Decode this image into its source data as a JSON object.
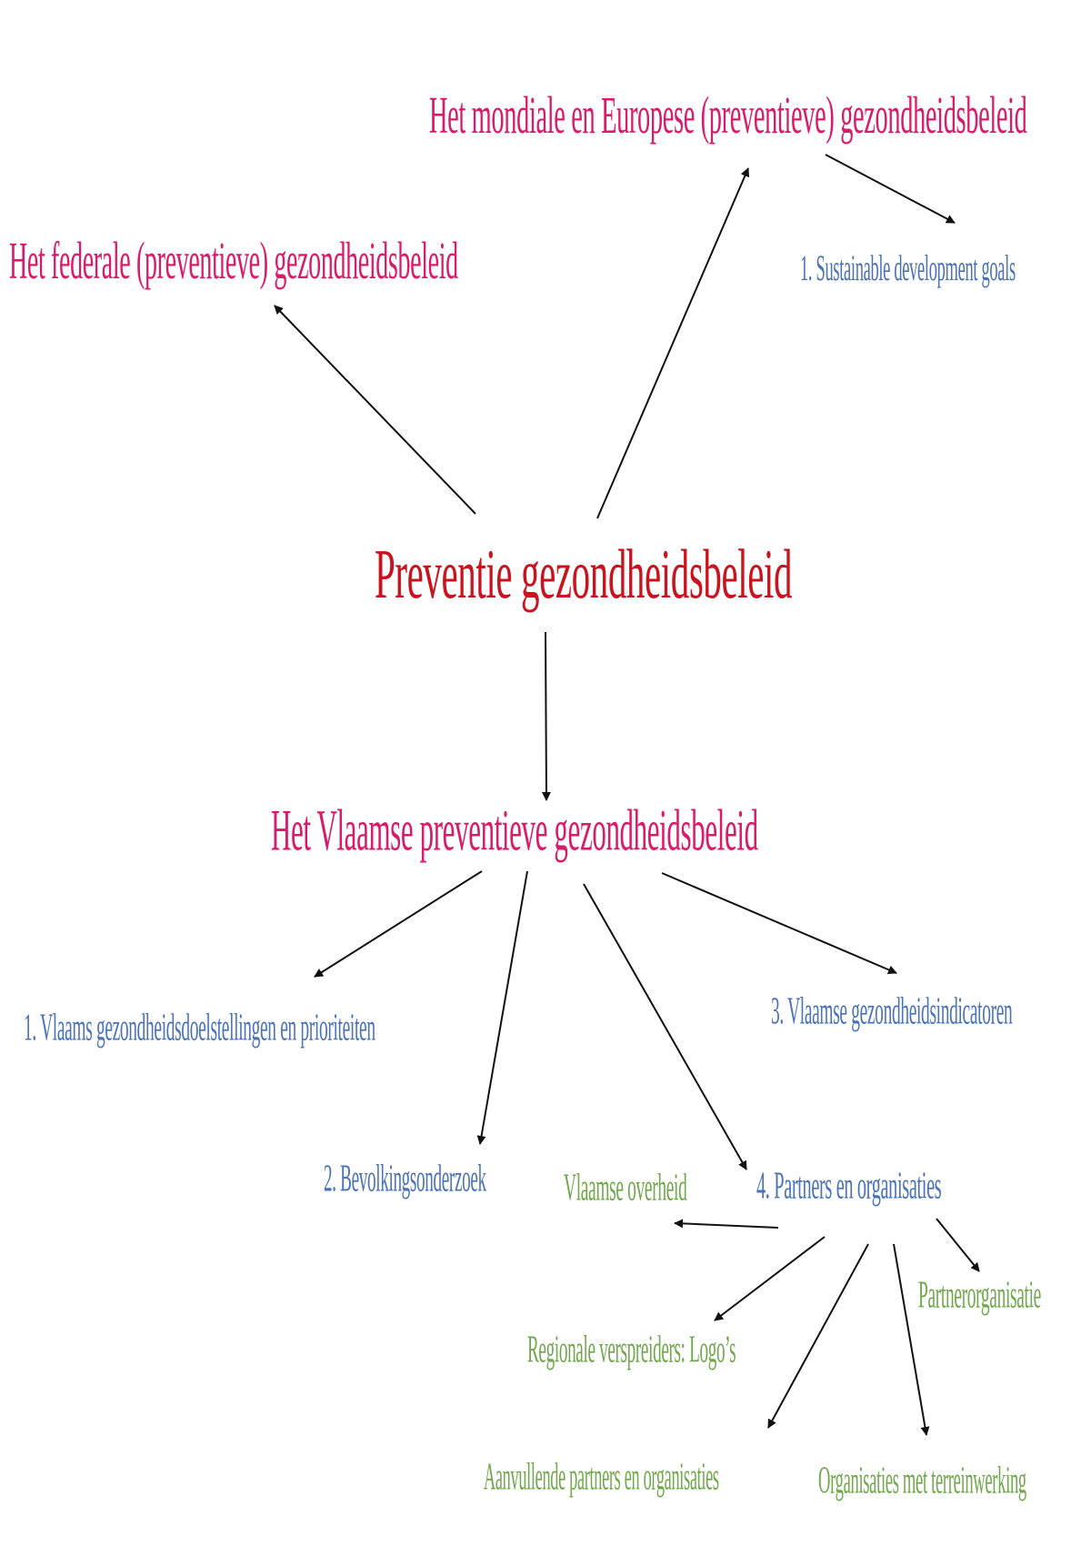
{
  "diagram": {
    "root": {
      "label": "Preventie gezondheidsbeleid",
      "color": "#c8141e"
    },
    "global_policy": {
      "label": "Het mondiale en Europese (preventieve) gezondheidsbeleid",
      "color": "#d81b6a"
    },
    "federal_policy": {
      "label": "Het federale (preventieve) gezondheidsbeleid",
      "color": "#d81b6a"
    },
    "sdg": {
      "label": "1. Sustainable development goals",
      "color": "#4a72b8"
    },
    "flemish_policy": {
      "label": "Het Vlaamse preventieve gezondheidsbeleid",
      "color": "#d81b6a"
    },
    "flemish_goals": {
      "label": "1. Vlaams gezondheidsdoelstellingen en prioriteiten",
      "color": "#4a72b8"
    },
    "flemish_indicators": {
      "label": "3. Vlaamse gezondheidsindicatoren",
      "color": "#4a72b8"
    },
    "population_survey": {
      "label": "2. Bevolkingsonderzoek",
      "color": "#4a72b8"
    },
    "partners": {
      "label": "4. Partners en organisaties",
      "color": "#4a72b8"
    },
    "flemish_government": {
      "label": "Vlaamse overheid",
      "color": "#6fa84a"
    },
    "partner_organisation": {
      "label": "Partnerorganisatie",
      "color": "#6fa84a"
    },
    "regional_distributors": {
      "label": "Regionale verspreiders: Logo’s",
      "color": "#6fa84a"
    },
    "additional_partners": {
      "label": "Aanvullende partners en organisaties",
      "color": "#6fa84a"
    },
    "field_organisations": {
      "label": "Organisaties met terreinwerking",
      "color": "#6fa84a"
    }
  },
  "edges": [
    {
      "from": "root",
      "to": "federal_policy"
    },
    {
      "from": "root",
      "to": "global_policy"
    },
    {
      "from": "global_policy",
      "to": "sdg"
    },
    {
      "from": "root",
      "to": "flemish_policy"
    },
    {
      "from": "flemish_policy",
      "to": "flemish_goals"
    },
    {
      "from": "flemish_policy",
      "to": "population_survey"
    },
    {
      "from": "flemish_policy",
      "to": "partners"
    },
    {
      "from": "flemish_policy",
      "to": "flemish_indicators"
    },
    {
      "from": "partners",
      "to": "flemish_government"
    },
    {
      "from": "partners",
      "to": "partner_organisation"
    },
    {
      "from": "partners",
      "to": "regional_distributors"
    },
    {
      "from": "partners",
      "to": "additional_partners"
    },
    {
      "from": "partners",
      "to": "field_organisations"
    }
  ]
}
